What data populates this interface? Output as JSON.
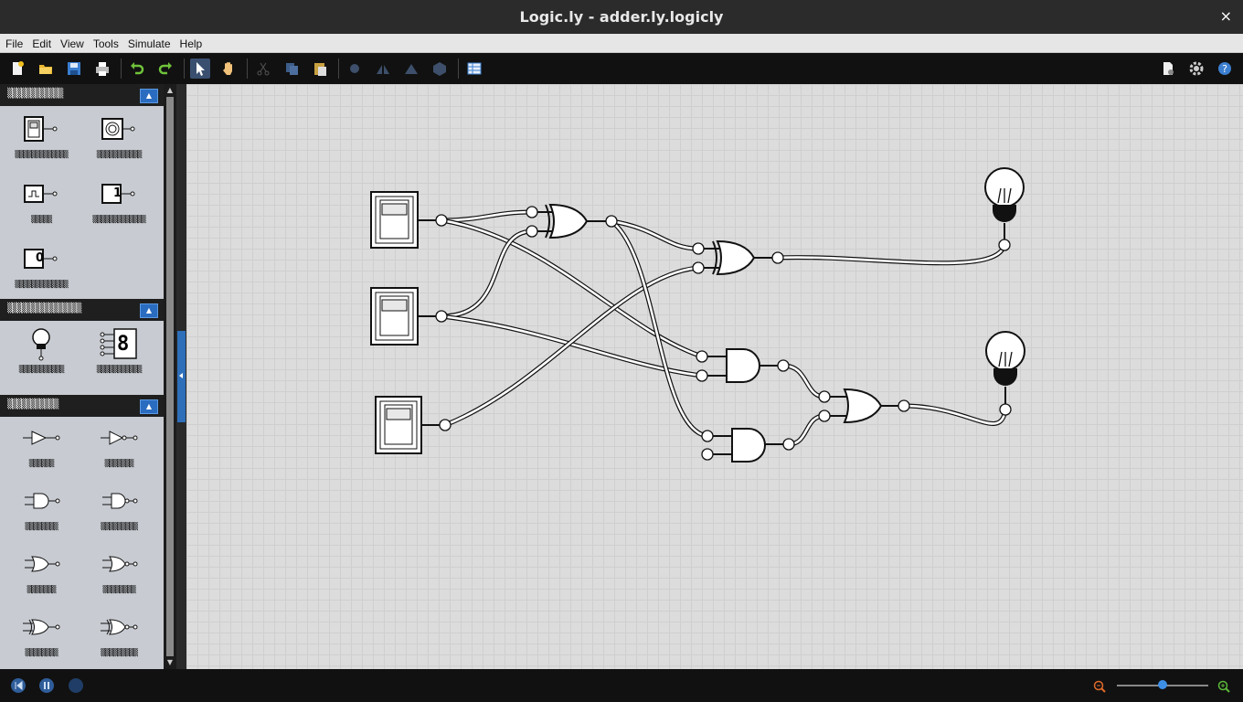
{
  "window": {
    "title": "Logic.ly - adder.ly.logicly",
    "close_glyph": "×"
  },
  "menu": [
    "File",
    "Edit",
    "View",
    "Tools",
    "Simulate",
    "Help"
  ],
  "toolbar": {
    "icons": [
      "new-file-icon",
      "open-folder-icon",
      "save-icon",
      "print-icon",
      "undo-icon",
      "redo-icon",
      "select-pointer-icon",
      "pan-hand-icon",
      "cut-icon",
      "copy-icon",
      "paste-icon",
      "align-icon",
      "flip-horizontal-icon",
      "flip-vertical-icon",
      "rotate-icon",
      "table-icon",
      "export-icon",
      "settings-gear-icon",
      "help-icon"
    ],
    "active_tool": "select-pointer-icon"
  },
  "sidebar": {
    "sections": [
      {
        "label": "▒▒▒▒▒▒▒▒▒▒▒▒",
        "collapse_glyph": "▲",
        "items": [
          {
            "icon": "toggle-switch-icon",
            "label": "▒▒▒▒▒▒▒▒▒▒▒▒▒"
          },
          {
            "icon": "push-button-icon",
            "label": "▒▒▒▒▒▒▒▒▒▒▒"
          },
          {
            "icon": "clock-icon",
            "label": "▒▒▒▒▒"
          },
          {
            "icon": "high-constant-icon",
            "label": "▒▒▒▒▒▒▒▒▒▒▒▒▒",
            "glyph": "1"
          },
          {
            "icon": "low-constant-icon",
            "label": "▒▒▒▒▒▒▒▒▒▒▒▒▒",
            "glyph": "0"
          }
        ]
      },
      {
        "label": "▒▒▒▒▒▒▒▒▒▒▒▒▒▒▒▒",
        "collapse_glyph": "▲",
        "items": [
          {
            "icon": "light-bulb-icon",
            "label": "▒▒▒▒▒▒▒▒▒▒▒"
          },
          {
            "icon": "seven-segment-display-icon",
            "label": "▒▒▒▒▒▒▒▒▒▒▒",
            "glyph": "8"
          }
        ]
      },
      {
        "label": "▒▒▒▒▒▒▒▒▒▒▒",
        "collapse_glyph": "▲",
        "items": [
          {
            "icon": "buffer-gate-icon",
            "label": "▒▒▒▒▒▒"
          },
          {
            "icon": "not-gate-icon",
            "label": "▒▒▒▒▒▒▒"
          },
          {
            "icon": "and-gate-icon",
            "label": "▒▒▒▒▒▒▒▒"
          },
          {
            "icon": "nand-gate-icon",
            "label": "▒▒▒▒▒▒▒▒▒"
          },
          {
            "icon": "or-gate-icon",
            "label": "▒▒▒▒▒▒▒"
          },
          {
            "icon": "nor-gate-icon",
            "label": "▒▒▒▒▒▒▒▒"
          },
          {
            "icon": "xor-gate-icon",
            "label": "▒▒▒▒▒▒▒▒"
          },
          {
            "icon": "xnor-gate-icon",
            "label": "▒▒▒▒▒▒▒▒▒"
          }
        ]
      }
    ]
  },
  "circuit": {
    "switches": 3,
    "xor_gates": 2,
    "and_gates": 2,
    "or_gates": 1,
    "light_bulbs": 2
  },
  "statusbar": {
    "buttons": [
      "reset-icon",
      "pause-icon",
      "step-icon"
    ],
    "zoom": {
      "min_icon": "zoom-out-icon",
      "max_icon": "zoom-in-icon",
      "level": 0.5
    }
  },
  "colors": {
    "accent": "#2e6fba",
    "toolbar_bg": "#111111",
    "canvas_bg": "#dcdcdc"
  }
}
